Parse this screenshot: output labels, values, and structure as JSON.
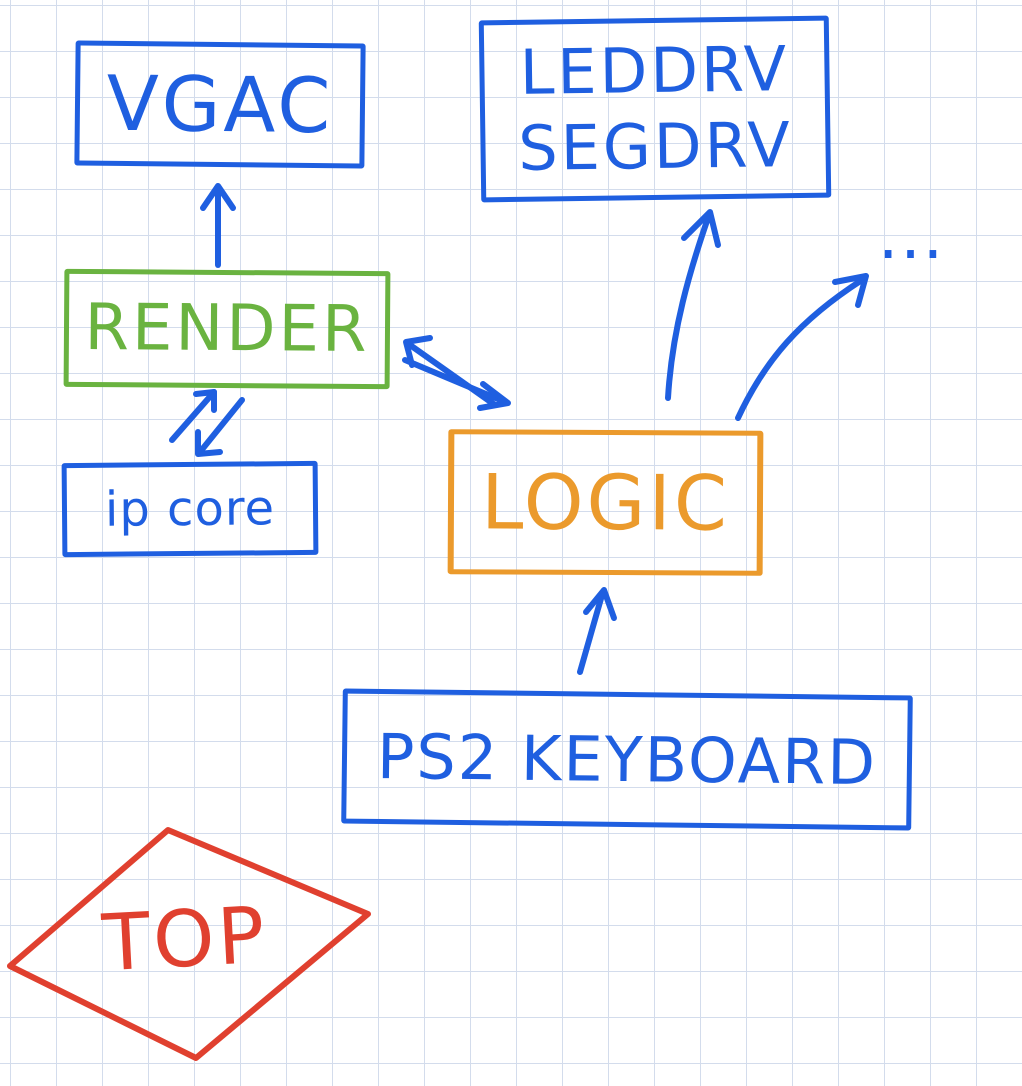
{
  "diagram": {
    "nodes": {
      "vgac": "VGAC",
      "leddrv": "LEDDRV",
      "segdrv": "SEGDRV",
      "render": "RENDER",
      "ipcore": "ip core",
      "logic": "LOGIC",
      "ps2": "PS2 KEYBOARD",
      "top": "TOP",
      "more": "..."
    },
    "colors": {
      "blue": "#1f5fe0",
      "green": "#6ab340",
      "orange": "#eb9a2c",
      "red": "#e0402f",
      "grid": "#d3dcec"
    },
    "edges": [
      {
        "from": "render",
        "to": "vgac",
        "kind": "one-way"
      },
      {
        "from": "render",
        "to": "ipcore",
        "kind": "two-way"
      },
      {
        "from": "render",
        "to": "logic",
        "kind": "two-way"
      },
      {
        "from": "logic",
        "to": "leddrv",
        "kind": "one-way"
      },
      {
        "from": "logic",
        "to": "more",
        "kind": "one-way"
      },
      {
        "from": "ps2",
        "to": "logic",
        "kind": "one-way"
      }
    ]
  }
}
